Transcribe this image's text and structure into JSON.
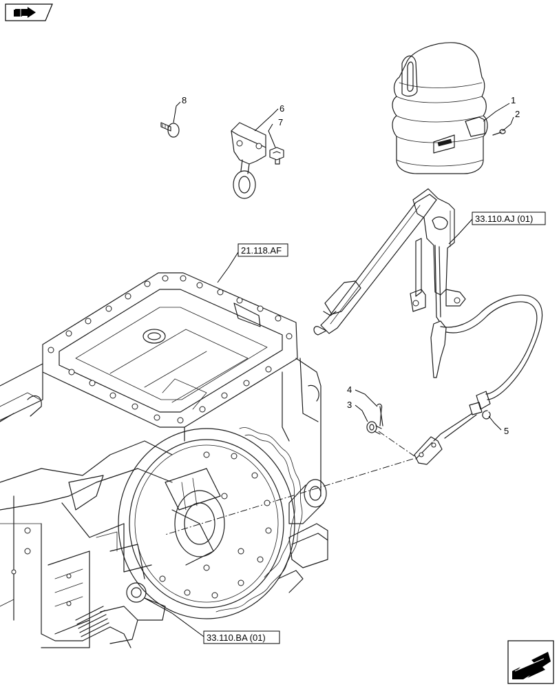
{
  "callouts": {
    "c1": "1",
    "c2": "2",
    "c3": "3",
    "c4": "4",
    "c5": "5",
    "c6": "6",
    "c7": "7",
    "c8": "8"
  },
  "references": {
    "ref_21_118_af": "21.118.AF",
    "ref_33_110_aj": "33.110.AJ (01)",
    "ref_33_110_ba": "33.110.BA (01)"
  },
  "icons": {
    "top_left": "book-arrow-icon",
    "bottom_right": "navigation-arrow-icon"
  }
}
